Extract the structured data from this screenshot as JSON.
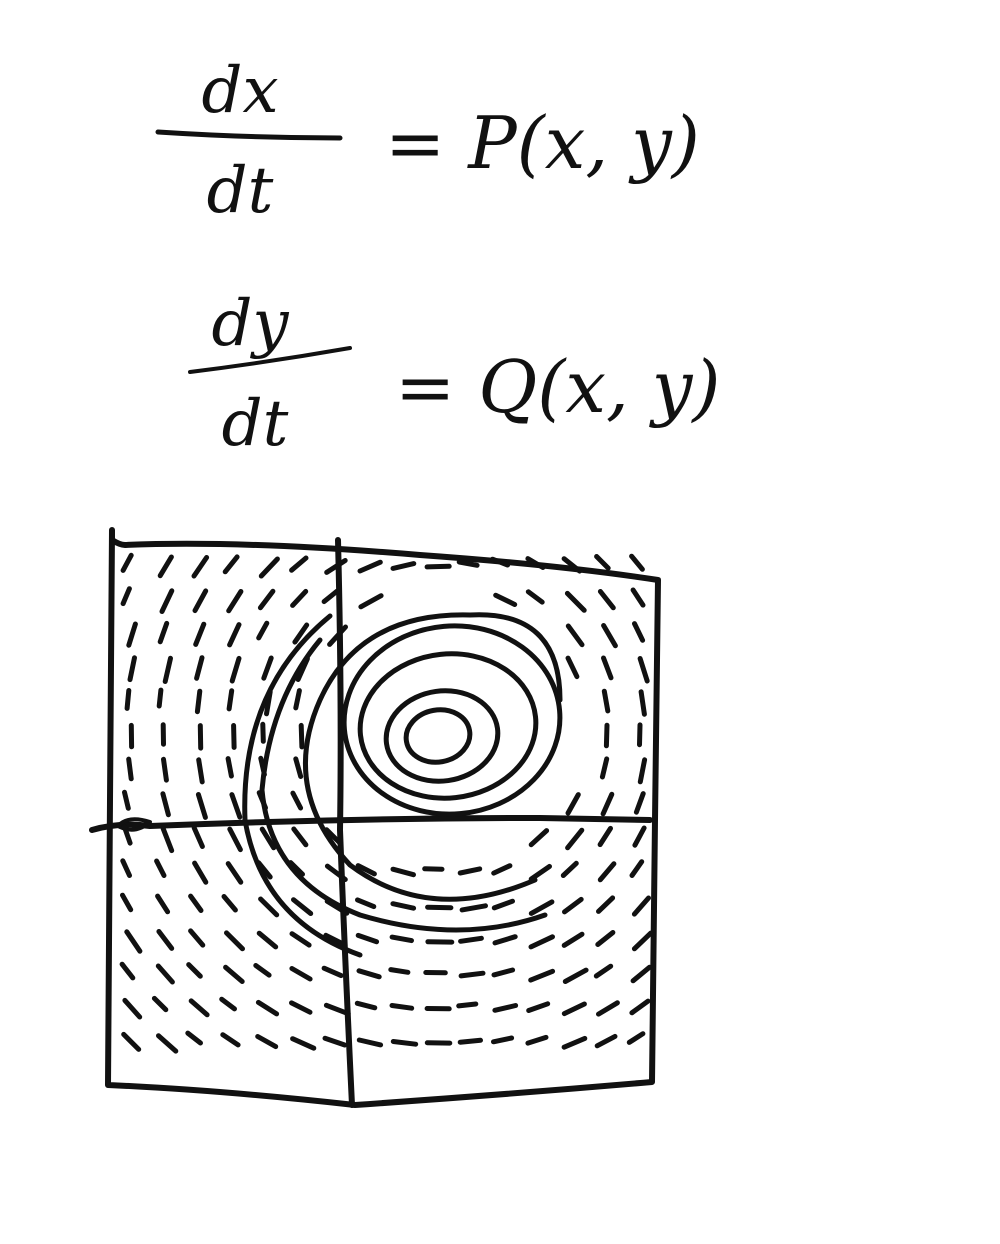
{
  "equations": [
    {
      "numerator": "dx",
      "denominator": "dt",
      "rhs": "= P(x, y)"
    },
    {
      "numerator": "dy",
      "denominator": "dt",
      "rhs": "= Q(x, y)"
    }
  ],
  "colors": {
    "ink": "#111111",
    "paper": "#ffffff"
  }
}
